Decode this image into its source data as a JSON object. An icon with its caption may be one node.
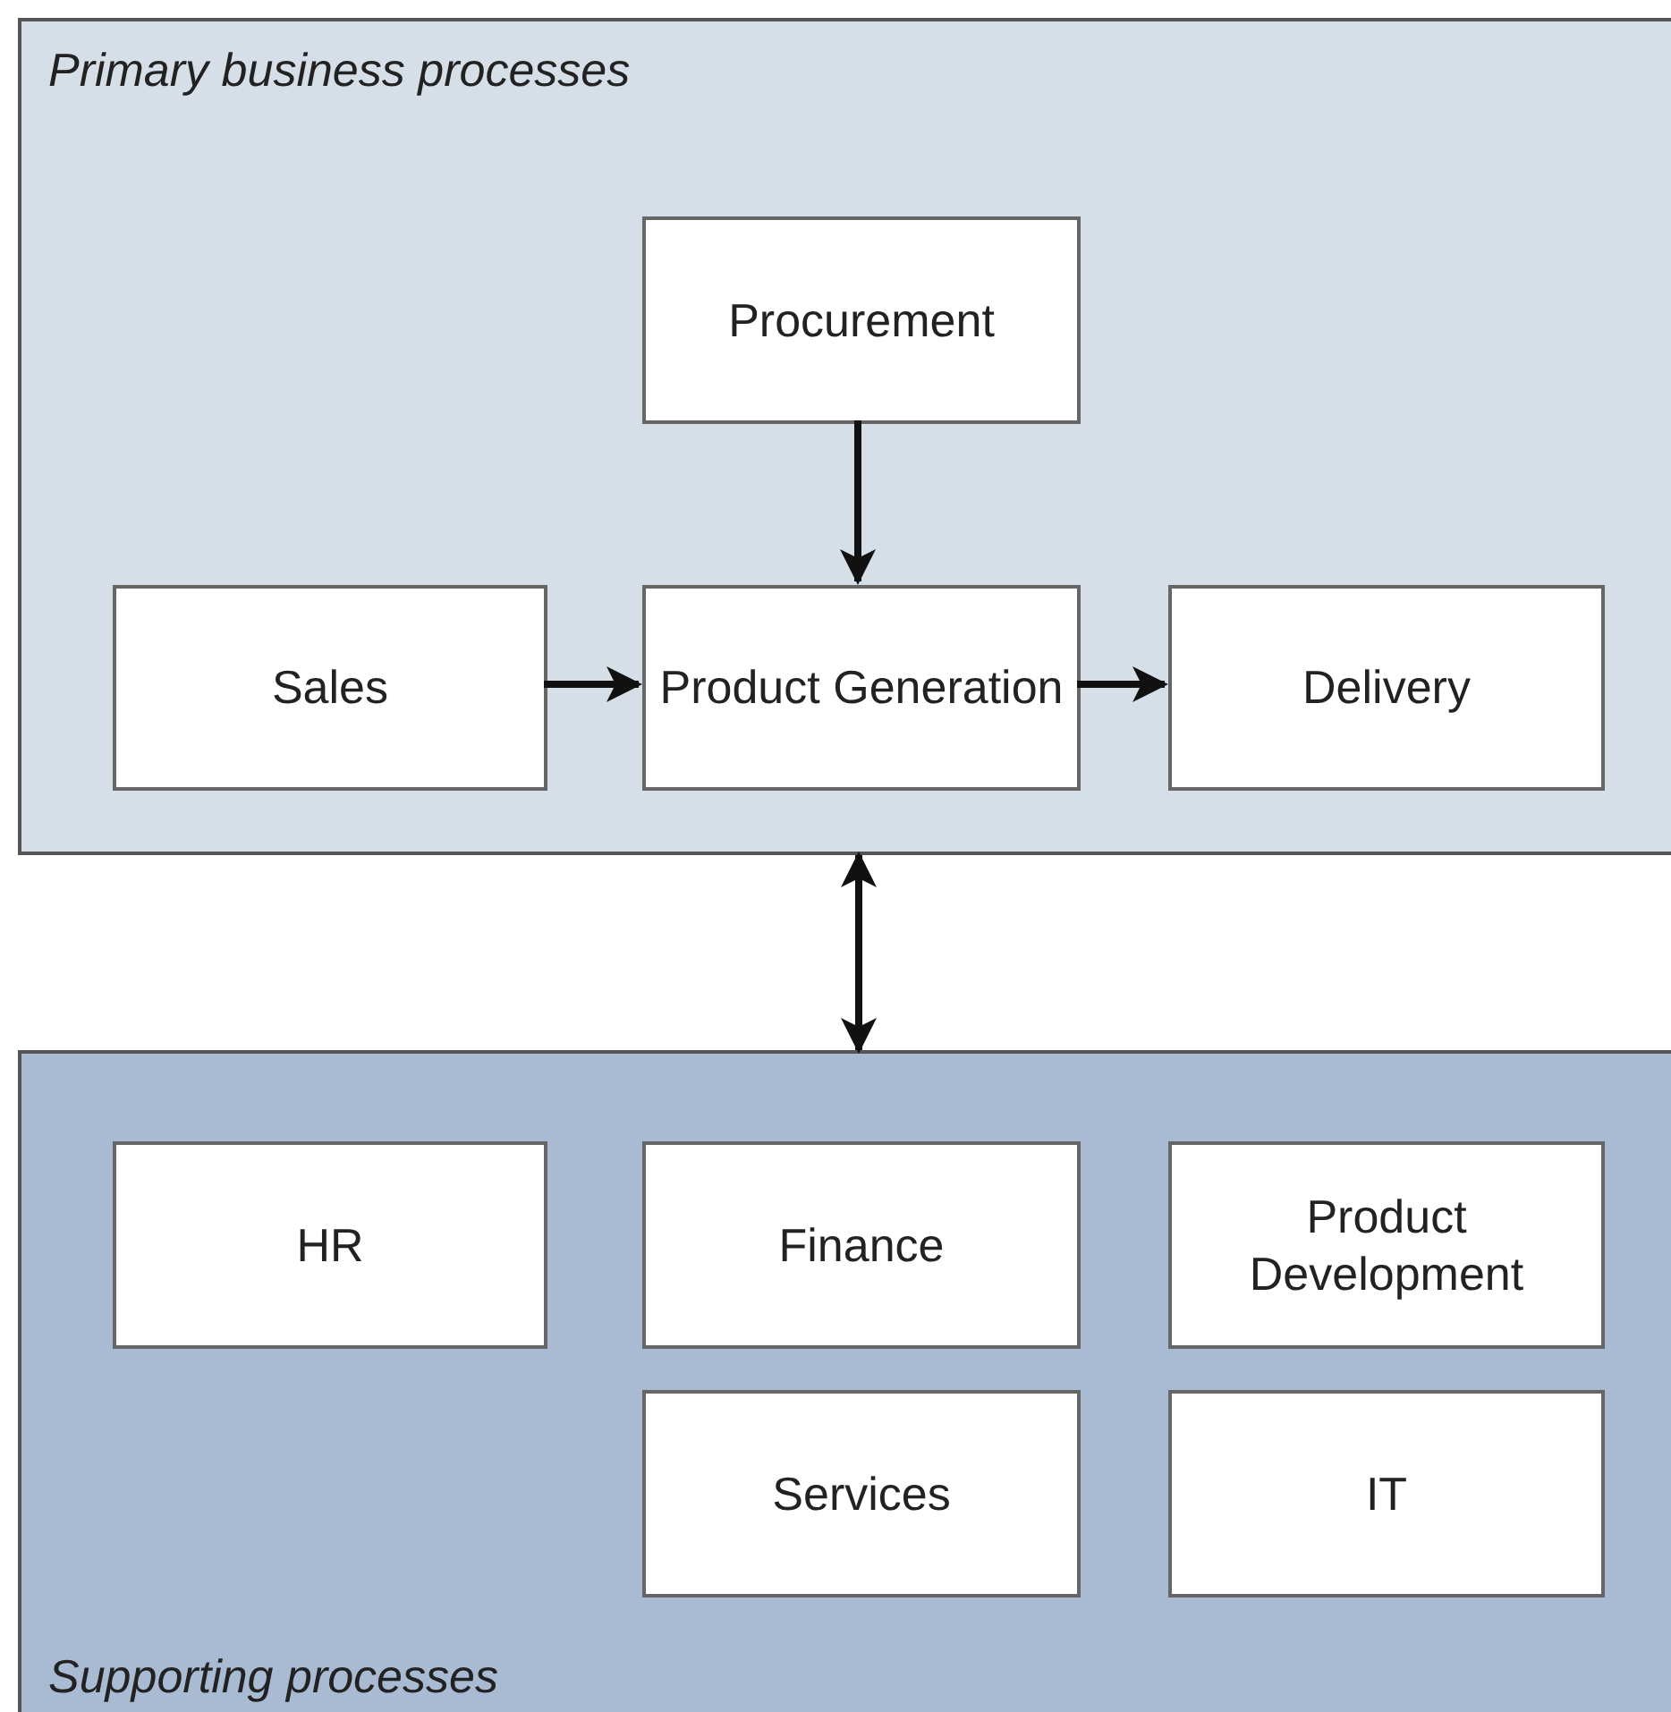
{
  "diagram": {
    "nodes": [
      {
        "text": [
          "Primary business processes"
        ]
      },
      {
        "text": [
          "Procurement"
        ],
        "in": 0
      },
      {
        "text": [
          "Sales"
        ],
        "in": 0
      },
      {
        "text": [
          "Product Generation"
        ],
        "in": 0
      },
      {
        "text": [
          "Delivery"
        ],
        "in": 0
      },
      {
        "text": [
          "Supporting processes"
        ]
      },
      {
        "text": [
          "HR"
        ],
        "in": 5
      },
      {
        "text": [
          "Finance"
        ],
        "in": 5
      },
      {
        "text": [
          "Product Development"
        ],
        "in": 5
      },
      {
        "text": [
          "Services"
        ],
        "in": 5
      },
      {
        "text": [
          "IT"
        ],
        "in": 5
      }
    ],
    "edges": [
      {
        "from": 1,
        "to": 3,
        "arrow": "to"
      },
      {
        "from": 2,
        "to": 3,
        "arrow": "to"
      },
      {
        "from": 3,
        "to": 4,
        "arrow": "to"
      },
      {
        "from": 0,
        "to": 5,
        "arrow": "both"
      }
    ]
  }
}
